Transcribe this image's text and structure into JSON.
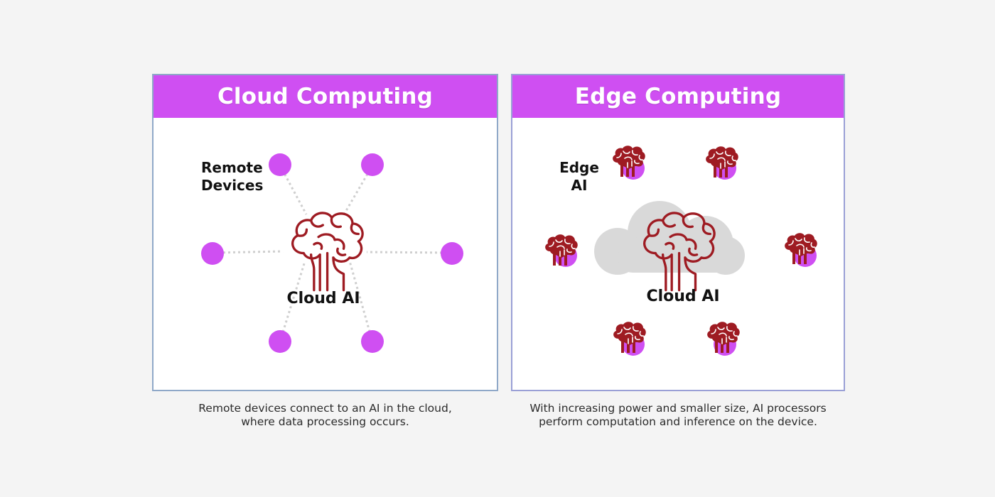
{
  "cloud_panel": {
    "title": "Cloud Computing",
    "devices_label_line1": "Remote",
    "devices_label_line2": "Devices",
    "center_label": "Cloud AI",
    "caption_line1": "Remote devices connect to an AI in the cloud,",
    "caption_line2": "where data processing occurs."
  },
  "edge_panel": {
    "title": "Edge Computing",
    "edge_label_line1": "Edge",
    "edge_label_line2": "AI",
    "center_label": "Cloud AI",
    "caption_line1": "With increasing power and smaller size, AI processors",
    "caption_line2": "perform computation and inference on the device."
  },
  "colors": {
    "header": "#cf4ff2",
    "device_dot": "#cf4ff2",
    "brain_stroke": "#9e1b22",
    "cloud_fill": "#d9d9d9",
    "connector": "#cfcfcf"
  },
  "icons": {
    "device": "device-dot-icon",
    "brain": "brain-icon",
    "cloud": "cloud-icon"
  }
}
